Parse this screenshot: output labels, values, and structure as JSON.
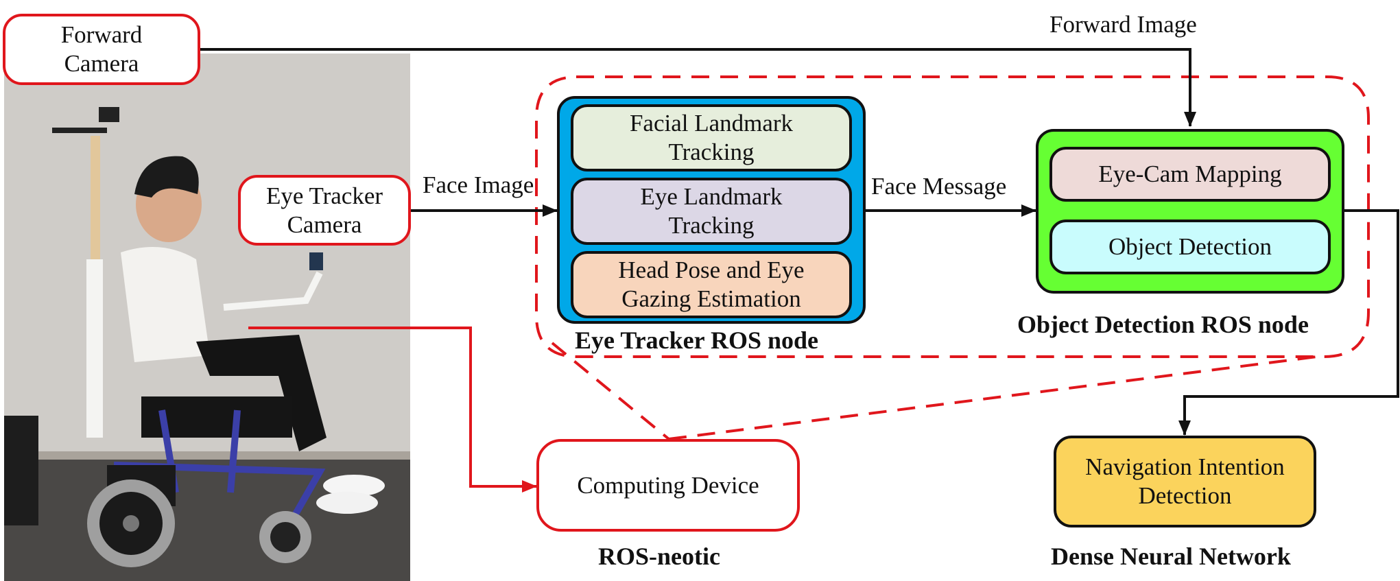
{
  "diagram": {
    "inputs": {
      "forward_camera": "Forward Camera",
      "eye_tracker_camera": "Eye Tracker Camera"
    },
    "edges": {
      "forward_image": "Forward Image",
      "face_image": "Face Image",
      "face_message": "Face Message"
    },
    "eye_tracker_node": {
      "title": "Eye Tracker ROS node",
      "color": "#00a8e8",
      "modules": [
        {
          "label": "Facial Landmark Tracking",
          "color": "#e6eedc"
        },
        {
          "label": "Eye Landmark Tracking",
          "color": "#dcd7e6"
        },
        {
          "label": "Head Pose and Eye Gazing Estimation",
          "color": "#f8d5bc"
        }
      ]
    },
    "object_detection_node": {
      "title": "Object Detection ROS node",
      "color": "#66ff33",
      "modules": [
        {
          "label": "Eye-Cam Mapping",
          "color": "#eedad8"
        },
        {
          "label": "Object Detection",
          "color": "#c9fcfd"
        }
      ]
    },
    "computing_device": {
      "label": "Computing Device",
      "caption": "ROS-neotic"
    },
    "intention_node": {
      "label": "Navigation Intention Detection",
      "caption": "Dense Neural Network",
      "color": "#fbd35c"
    },
    "photo": {
      "description": "Person seated in a powered wheelchair with forward camera mast and eye tracker camera arm"
    },
    "colors": {
      "red_accent": "#e0161c",
      "wire": "#111111"
    }
  }
}
